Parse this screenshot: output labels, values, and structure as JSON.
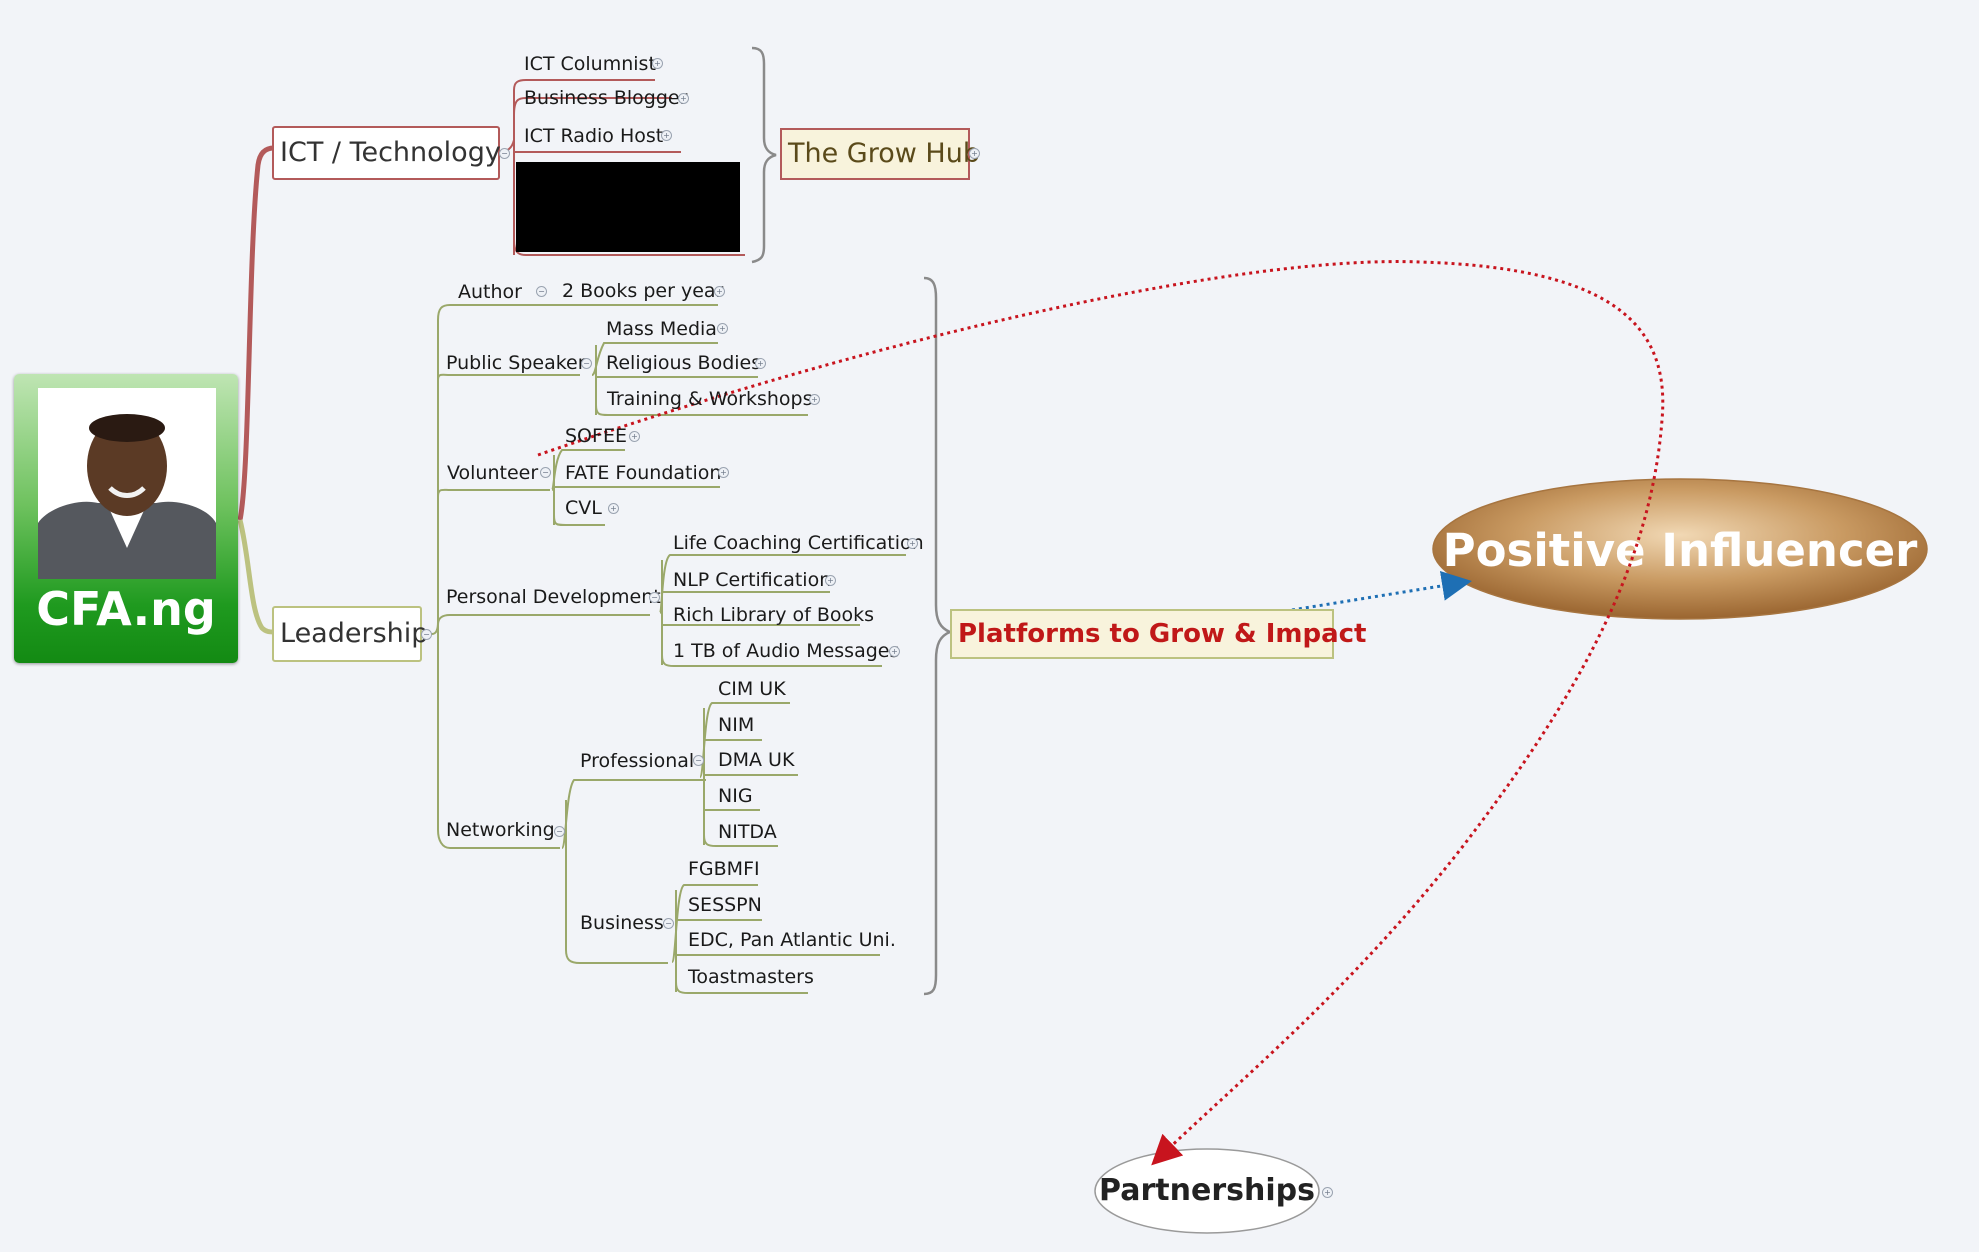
{
  "root": {
    "title": "CFA.ng"
  },
  "branches": {
    "ict": {
      "label": "ICT / Technology",
      "items": [
        "ICT Columnist",
        "Business Blogger",
        "ICT Radio Host"
      ],
      "grouped_label": "The Grow Hub"
    },
    "leadership": {
      "label": "Leadership",
      "author": {
        "label": "Author",
        "items": [
          "2 Books per year"
        ]
      },
      "public_speaker": {
        "label": "Public Speaker",
        "items": [
          "Mass Media",
          "Religious Bodies",
          "Training & Workshops"
        ]
      },
      "volunteer": {
        "label": "Volunteer",
        "items": [
          "SOFEE",
          "FATE Foundation",
          "CVL"
        ]
      },
      "personal_development": {
        "label": "Personal Development",
        "items": [
          "Life Coaching Certification",
          "NLP Certification",
          "Rich Library of Books",
          "1 TB of Audio Messages"
        ]
      },
      "networking": {
        "label": "Networking",
        "professional": {
          "label": "Professional",
          "items": [
            "CIM UK",
            "NIM",
            "DMA UK",
            "NIG",
            "NITDA"
          ]
        },
        "business": {
          "label": "Business",
          "items": [
            "FGBMFI",
            "SESSPN",
            "EDC, Pan Atlantic Uni.",
            "Toastmasters"
          ]
        }
      },
      "grouped_label": "Platforms to Grow & Impact"
    }
  },
  "floating": {
    "positive_influencer": "Positive Influencer",
    "partnerships": "Partnerships"
  },
  "colors": {
    "ict_branch": "#b35a5a",
    "leadership_branch": "#9aa86a",
    "grow_hub_fill": "#f8f3dc",
    "platforms_text": "#c01818",
    "influencer_fill": "#b07a3c",
    "relation_red": "#c8141e",
    "relation_blue": "#1e6fb4"
  }
}
